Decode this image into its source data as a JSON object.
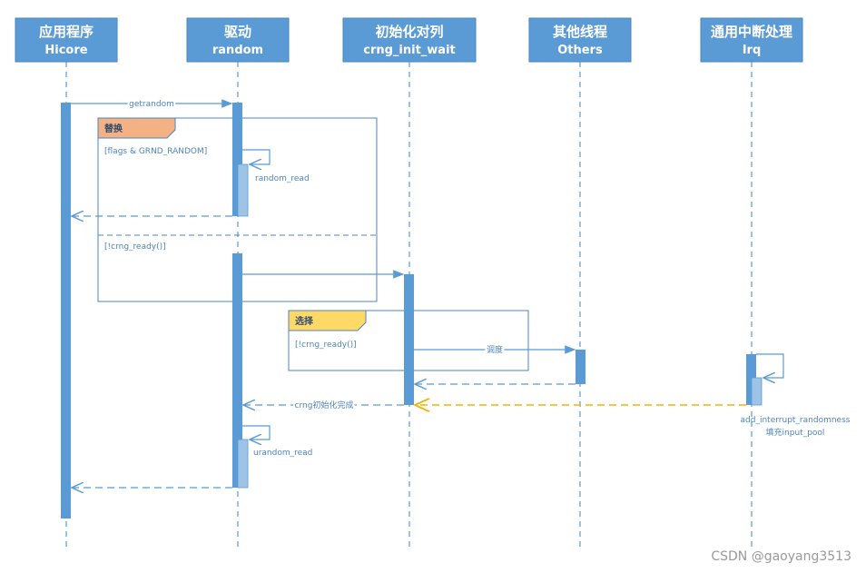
{
  "participants": [
    {
      "title": "应用程序",
      "subtitle": "Hicore"
    },
    {
      "title": "驱动",
      "subtitle": "random"
    },
    {
      "title": "初始化对列",
      "subtitle": "crng_init_wait"
    },
    {
      "title": "其他线程",
      "subtitle": "Others"
    },
    {
      "title": "通用中断处理",
      "subtitle": "Irq"
    }
  ],
  "messages": {
    "getrandom": "getrandom",
    "random_read": "random_read",
    "dispatch": "调度",
    "crng_done": "crng初始化完成",
    "urandom_read": "urandom_read",
    "irq_line1": "add_interrupt_randomness",
    "irq_line2": "填充input_pool"
  },
  "frames": {
    "alt_tag": "替换",
    "alt_guard1": "[flags & GRND_RANDOM]",
    "alt_guard2": "[!crng_ready()]",
    "opt_tag": "选择",
    "opt_guard": "[!crng_ready()]"
  },
  "watermark": "CSDN @gaoyang3513",
  "colors": {
    "header": "#5b9bd5",
    "header_border": "#4a86c0",
    "activation": "#5b9bd5",
    "activation_light": "#9dc3e6",
    "arrow": "#5b9bd5",
    "frame_border": "#4e83c4",
    "alt_tag_fill": "#f4b183",
    "opt_tag_fill": "#ffd966",
    "irq_arrow": "#f2b300"
  }
}
